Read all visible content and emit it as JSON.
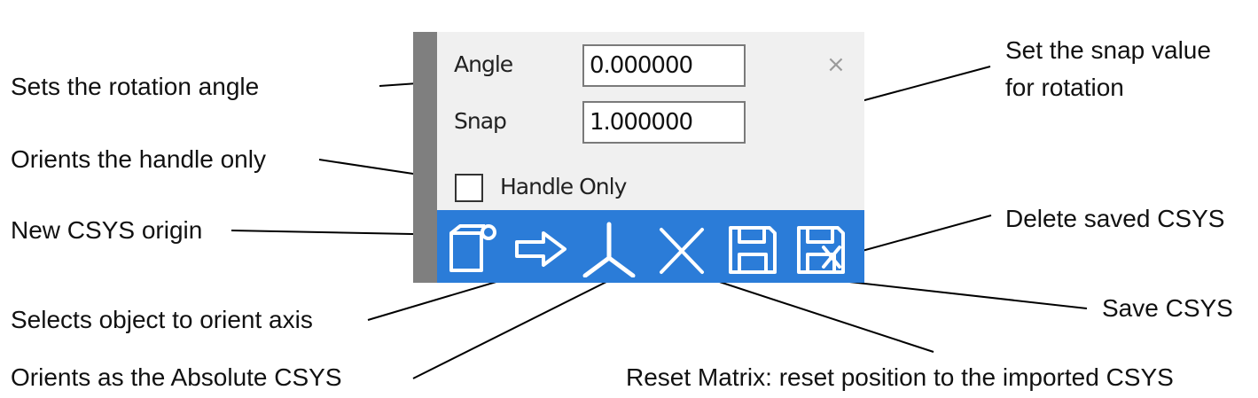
{
  "panel": {
    "angle_label": "Angle",
    "angle_value": "0.000000",
    "snap_label": "Snap",
    "snap_value": "1.000000",
    "close_glyph": "×",
    "handle_only_label": "Handle Only",
    "handle_only_checked": false
  },
  "toolbar": {
    "color": "#2b7cd8",
    "buttons": [
      "new-origin-icon",
      "arrow-right-icon",
      "absolute-csys-icon",
      "reset-matrix-icon",
      "save-icon",
      "delete-saved-icon"
    ]
  },
  "annotations": {
    "rotation_angle": "Sets the rotation angle",
    "snap_value_line1": "Set the snap value",
    "snap_value_line2": "for rotation",
    "handle_only": "Orients the handle only",
    "new_origin": "New CSYS origin",
    "delete_saved": "Delete saved CSYS",
    "select_object": "Selects object to orient axis",
    "save_csys": "Save CSYS",
    "absolute_csys": "Orients as the Absolute CSYS",
    "reset_matrix": "Reset Matrix: reset position to the imported CSYS"
  }
}
